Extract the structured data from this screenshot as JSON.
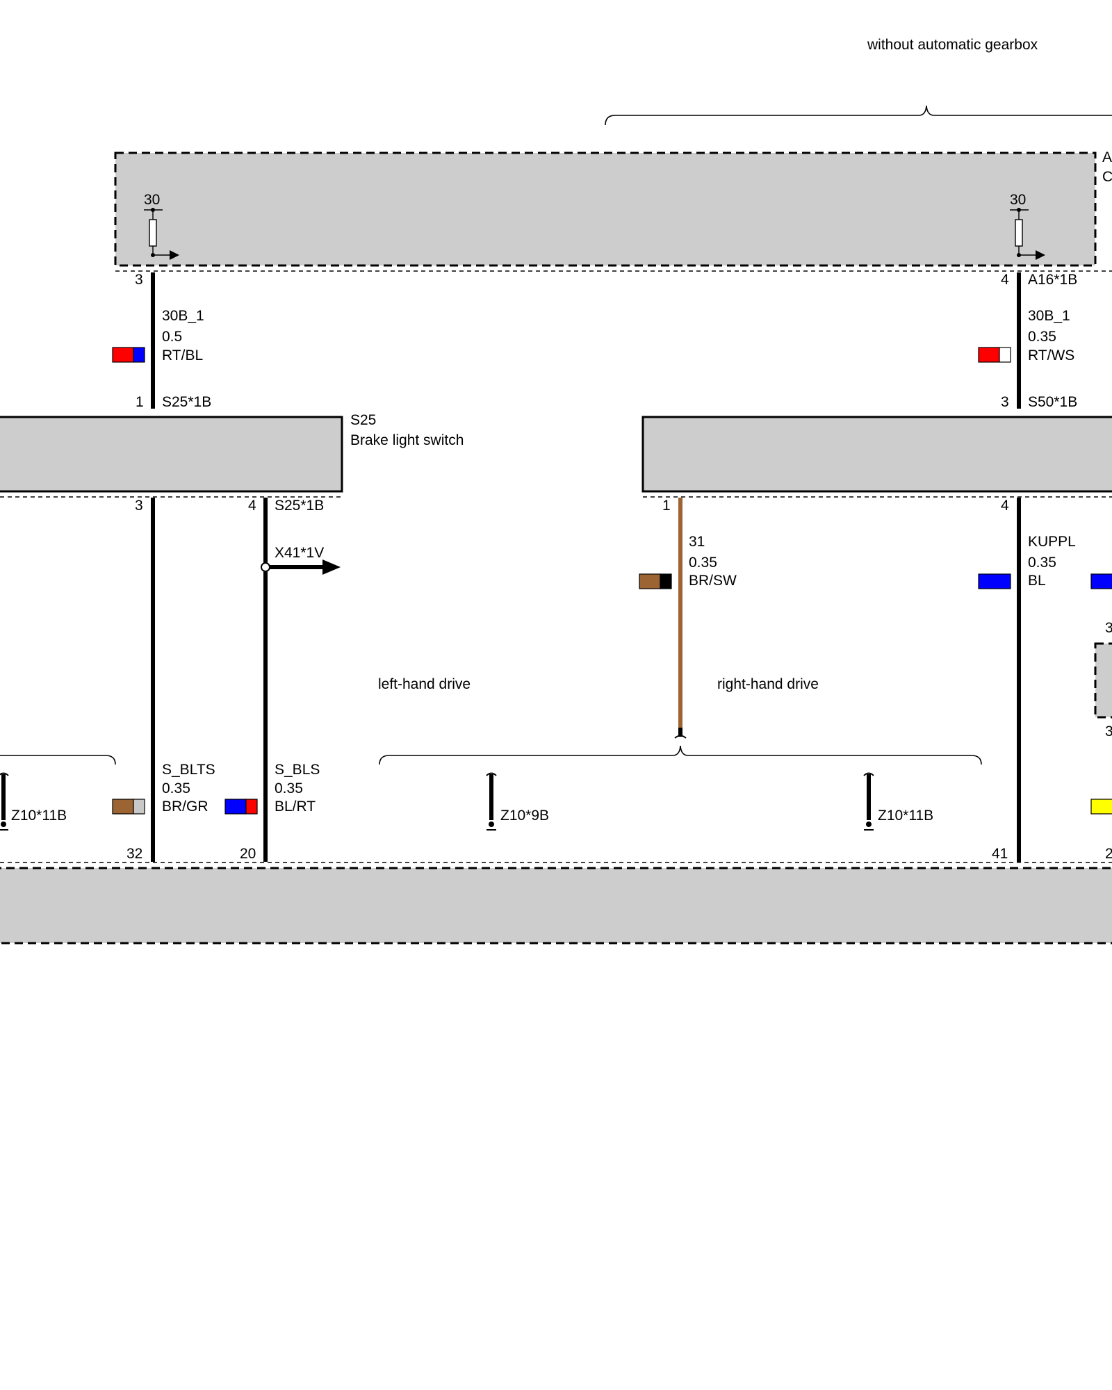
{
  "notes": {
    "without_auto_gearbox": "without automatic gearbox",
    "left_hand_drive": "left-hand drive",
    "right_hand_drive": "right-hand drive"
  },
  "top_module": {
    "label_line1": "A",
    "label_line2": "C",
    "left_fuse": {
      "terminal": "30",
      "pin": "3"
    },
    "right_fuse": {
      "terminal": "30",
      "pin": "4",
      "connector": "A16*1B"
    }
  },
  "brake_switch": {
    "id": "S25",
    "name": "Brake light switch",
    "in_pin": "1",
    "in_connector": "S25*1B",
    "out_pin_a": "3",
    "out_pin_b": "4",
    "out_connector": "S25*1B"
  },
  "clutch_switch": {
    "in_pin": "3",
    "in_connector": "S50*1B",
    "out_pin_a": "1",
    "out_pin_b": "4"
  },
  "wires": {
    "w1": {
      "signal": "30B_1",
      "size": "0.5",
      "color": "RT/BL",
      "c1": "#ff0000",
      "c2": "#0000ff"
    },
    "w2": {
      "signal": "30B_1",
      "size": "0.35",
      "color": "RT/WS",
      "c1": "#ff0000",
      "c2": "#ffffff"
    },
    "w3": {
      "signal": "31",
      "size": "0.35",
      "color": "BR/SW",
      "c1": "#9c6433",
      "c2": "#000000"
    },
    "w4": {
      "signal": "KUPPL",
      "size": "0.35",
      "color": "BL",
      "c1": "#0000ff",
      "c2": "#0000ff"
    },
    "w5": {
      "signal": "S_BLTS",
      "size": "0.35",
      "color": "BR/GR",
      "c1": "#9c6433",
      "c2": "#c8c8c8"
    },
    "w6": {
      "signal": "S_BLS",
      "size": "0.35",
      "color": "BL/RT",
      "c1": "#0000ff",
      "c2": "#ff0000"
    }
  },
  "connector_ref": "X41*1V",
  "grounds": {
    "left": "Z10*11B",
    "mid": "Z10*9B",
    "right": "Z10*11B"
  },
  "bottom_pins": {
    "p1": "32",
    "p2": "20",
    "p3": "41",
    "p4": "2"
  },
  "edge_fragments": {
    "upper": "3",
    "lower": "3"
  },
  "accent_colors": {
    "blue": "#0000ff",
    "yellow": "#ffff00",
    "brown_wire": "#9c6433"
  }
}
